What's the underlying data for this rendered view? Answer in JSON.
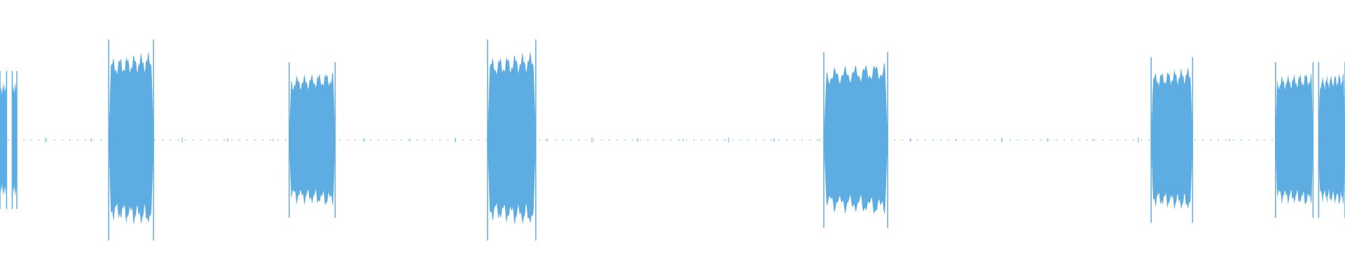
{
  "waveform": {
    "color": "#5dade2",
    "background": "#ffffff",
    "duration_seconds": 60,
    "bursts": [
      {
        "start_s": 0.0,
        "end_s": 0.75,
        "peak": 0.55,
        "split_at_s": 0.42
      },
      {
        "start_s": 4.85,
        "end_s": 6.85,
        "peak": 0.8
      },
      {
        "start_s": 12.9,
        "end_s": 14.95,
        "peak": 0.62
      },
      {
        "start_s": 21.75,
        "end_s": 23.9,
        "peak": 0.8
      },
      {
        "start_s": 36.75,
        "end_s": 39.6,
        "peak": 0.7
      },
      {
        "start_s": 51.35,
        "end_s": 53.2,
        "peak": 0.66
      },
      {
        "start_s": 56.9,
        "end_s": 60.0,
        "peak": 0.62,
        "split_at_s": 58.7
      }
    ],
    "noise_floor": 0.01
  }
}
